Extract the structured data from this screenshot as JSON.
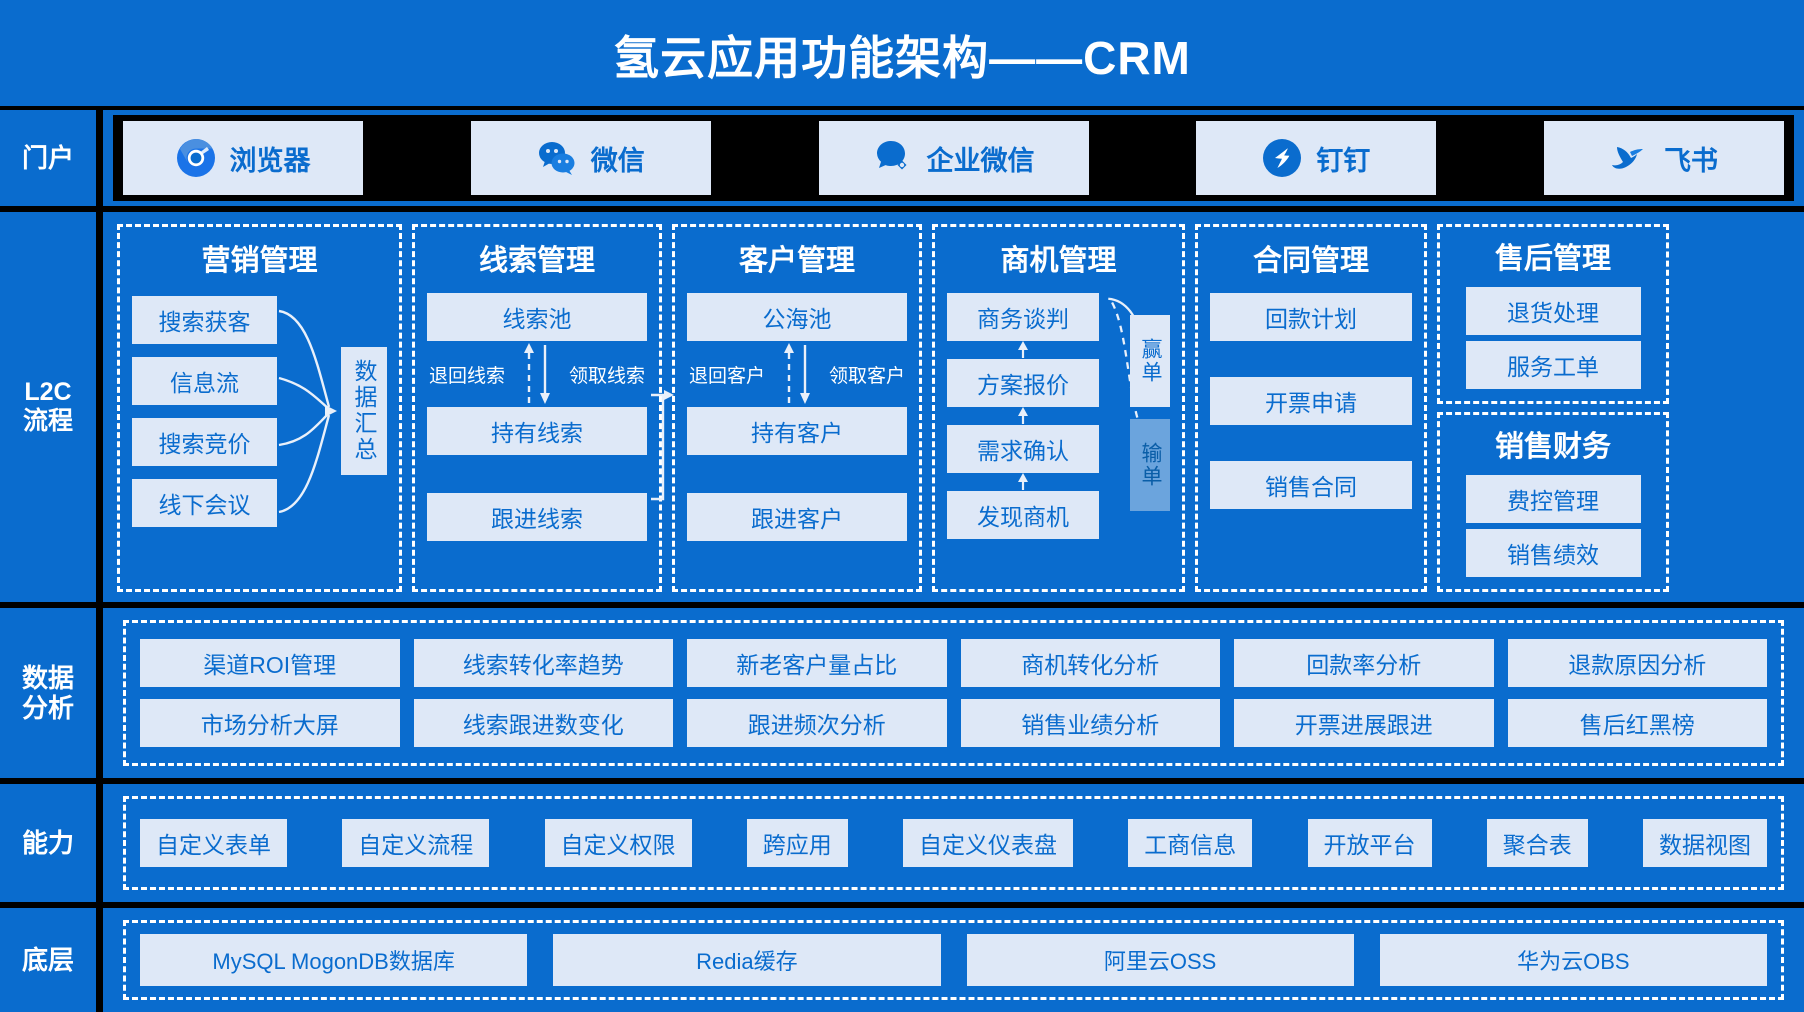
{
  "title": "氢云应用功能架构——CRM",
  "colors": {
    "brand_blue": "#0a6cce",
    "chip_bg": "#dee8f7",
    "chip_text": "#0a6cce",
    "separator": "#000000",
    "lose_chip_bg": "#6ba4dd"
  },
  "rails": {
    "portal": "门户",
    "l2c_line1": "L2C",
    "l2c_line2": "流程",
    "data_line1": "数据",
    "data_line2": "分析",
    "capability": "能力",
    "base": "底层"
  },
  "portal": {
    "items": [
      {
        "label": "浏览器",
        "icon": "chrome-icon"
      },
      {
        "label": "微信",
        "icon": "wechat-icon"
      },
      {
        "label": "企业微信",
        "icon": "wecom-icon"
      },
      {
        "label": "钉钉",
        "icon": "dingtalk-icon"
      },
      {
        "label": "飞书",
        "icon": "feishu-icon"
      }
    ]
  },
  "l2c": {
    "marketing": {
      "title": "营销管理",
      "sources": [
        "搜索获客",
        "信息流",
        "搜索竞价",
        "线下会议"
      ],
      "summary": "数据汇总"
    },
    "lead": {
      "title": "线索管理",
      "pool": "线索池",
      "return_label": "退回线索",
      "claim_label": "领取线索",
      "held": "持有线索",
      "follow": "跟进线索"
    },
    "customer": {
      "title": "客户管理",
      "pool": "公海池",
      "return_label": "退回客户",
      "claim_label": "领取客户",
      "held": "持有客户",
      "follow": "跟进客户"
    },
    "opportunity": {
      "title": "商机管理",
      "stages": [
        "商务谈判",
        "方案报价",
        "需求确认",
        "发现商机"
      ],
      "win": "赢单",
      "lose": "输单"
    },
    "contract": {
      "title": "合同管理",
      "items": [
        "回款计划",
        "开票申请",
        "销售合同"
      ]
    },
    "aftersales": {
      "title": "售后管理",
      "items": [
        "退货处理",
        "服务工单"
      ]
    },
    "finance": {
      "title": "销售财务",
      "items": [
        "费控管理",
        "销售绩效"
      ]
    }
  },
  "data_analysis": {
    "row1": [
      "渠道ROI管理",
      "线索转化率趋势",
      "新老客户量占比",
      "商机转化分析",
      "回款率分析",
      "退款原因分析"
    ],
    "row2": [
      "市场分析大屏",
      "线索跟进数变化",
      "跟进频次分析",
      "销售业绩分析",
      "开票进展跟进",
      "售后红黑榜"
    ]
  },
  "capability": {
    "items": [
      "自定义表单",
      "自定义流程",
      "自定义权限",
      "跨应用",
      "自定义仪表盘",
      "工商信息",
      "开放平台",
      "聚合表",
      "数据视图"
    ]
  },
  "base": {
    "items": [
      "MySQL MogonDB数据库",
      "Redia缓存",
      "阿里云OSS",
      "华为云OBS"
    ]
  }
}
